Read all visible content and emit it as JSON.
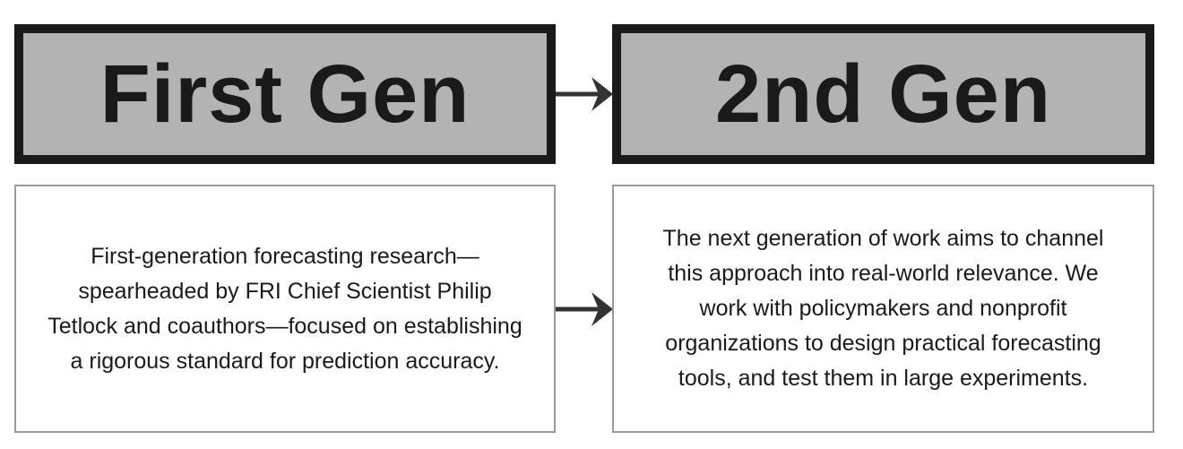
{
  "nodes": [
    {
      "title": "First Gen",
      "description": "First-generation forecasting research—spearheaded by FRI Chief Scientist Philip Tetlock and coauthors—focused on establishing a rigorous standard for prediction accuracy."
    },
    {
      "title": "2nd Gen",
      "description": "The next generation of work aims to channel this approach into real-world relevance. We work with policymakers and nonprofit organizations to design practical forecasting tools, and test them in large experiments."
    }
  ],
  "colors": {
    "header_fill": "#b3b3b3",
    "header_border": "#1a1a1a",
    "arrow": "#333333"
  }
}
